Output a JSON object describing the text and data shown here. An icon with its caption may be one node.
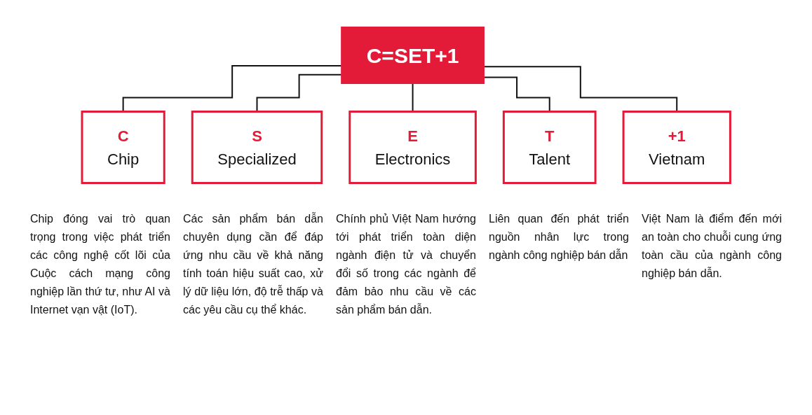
{
  "diagram": {
    "nodes": [
      {
        "text": [
          "C=SET+1"
        ]
      },
      {
        "text": [
          "C",
          "Chip"
        ],
        "beside": [
          "Chip đóng vai trò quan trọng trong việc phát triển các công nghệ cốt lõi của Cuộc cách mạng công nghiệp lần thứ tư, như AI và Internet vạn vật (IoT)."
        ]
      },
      {
        "text": [
          "S",
          "Specialized"
        ],
        "beside": [
          "Các sản phẩm bán dẫn chuyên dụng cần để đáp ứng nhu cầu về khả năng tính toán hiệu suất cao, xử lý dữ liệu lớn, độ trễ thấp và các yêu cầu cụ thể khác."
        ]
      },
      {
        "text": [
          "E",
          "Electronics"
        ],
        "beside": [
          "Chính phủ Việt Nam hướng tới phát triển toàn diện ngành điện tử và chuyển đổi số trong các ngành để đảm bảo nhu cầu về các sản phẩm bán dẫn."
        ]
      },
      {
        "text": [
          "T",
          "Talent"
        ],
        "beside": [
          "Liên quan đến phát triển nguồn nhân lực trong ngành công nghiệp bán dẫn"
        ]
      },
      {
        "text": [
          "+1",
          "Vietnam"
        ],
        "beside": [
          "Việt Nam là điểm đến mới an toàn cho chuỗi cung ứng toàn cầu của ngành công nghiệp bán dẫn."
        ]
      }
    ],
    "edges": [
      {
        "from": 0,
        "to": 1,
        "arrow": "none"
      },
      {
        "from": 0,
        "to": 2,
        "arrow": "none"
      },
      {
        "from": 0,
        "to": 3,
        "arrow": "none"
      },
      {
        "from": 0,
        "to": 4,
        "arrow": "none"
      },
      {
        "from": 0,
        "to": 5,
        "arrow": "none"
      }
    ]
  }
}
